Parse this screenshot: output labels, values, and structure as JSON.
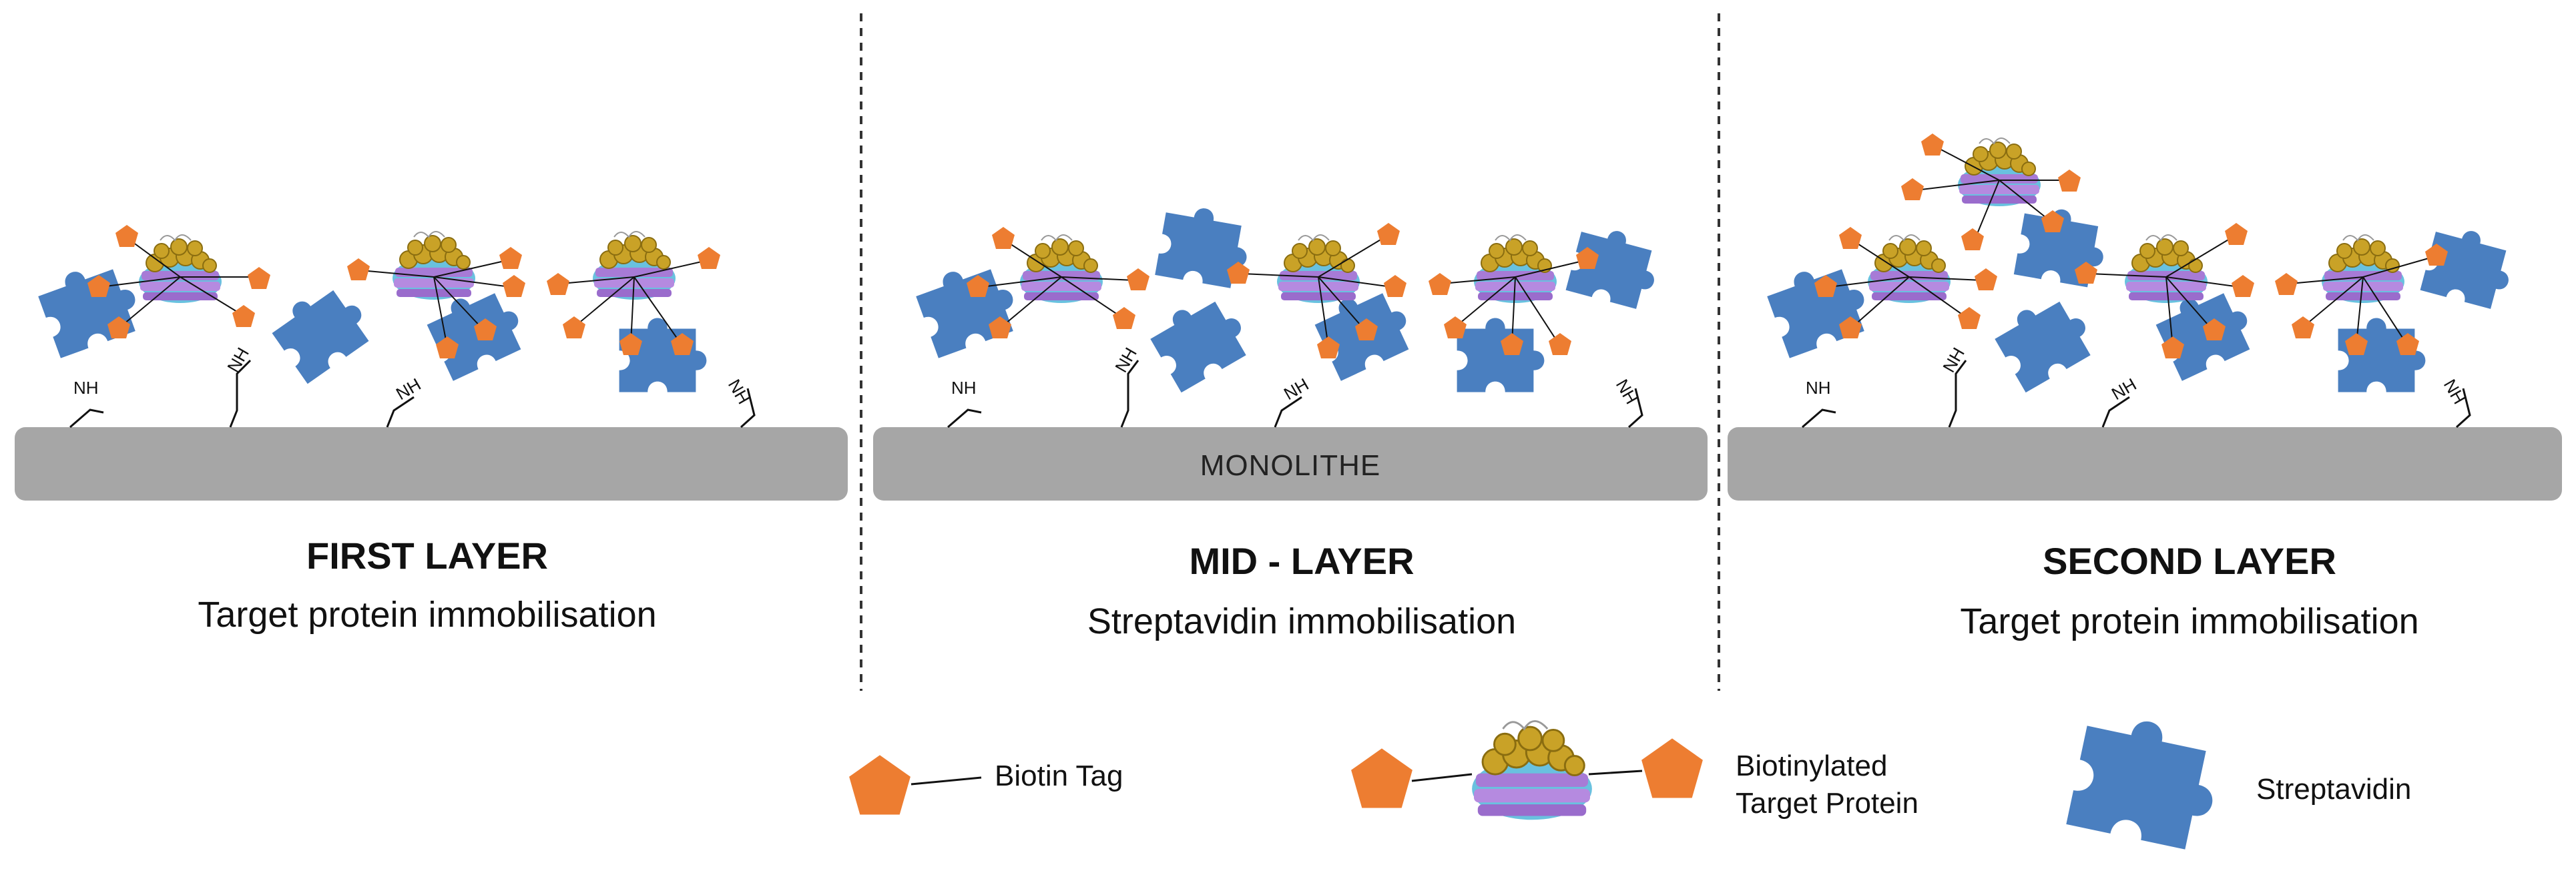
{
  "panels": [
    {
      "title": "FIRST LAYER",
      "subtitle": "Target protein immobilisation",
      "slab_label": ""
    },
    {
      "title": "MID - LAYER",
      "subtitle": "Streptavidin immobilisation",
      "slab_label": "MONOLITHE"
    },
    {
      "title": "SECOND LAYER",
      "subtitle": "Target protein immobilisation",
      "slab_label": ""
    }
  ],
  "legend": {
    "biotin_tag": "Biotin Tag",
    "biotinylated_protein": "Biotinylated\nTarget Protein",
    "streptavidin": "Streptavidin"
  },
  "linker_label": "NH",
  "colors": {
    "slab": "#a6a6a6",
    "streptavidin": "#4a7fc0",
    "biotin": "#ed7d31",
    "protein_gold": "#c9a227",
    "protein_purple": "#a77bd6",
    "protein_cyan": "#4fb6d9",
    "divider": "#333333"
  }
}
